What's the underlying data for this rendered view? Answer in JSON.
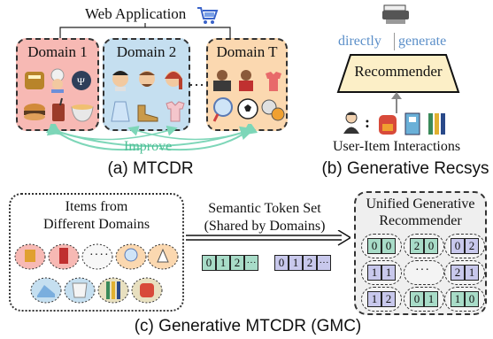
{
  "mtcdr": {
    "web_app_label": "Web Application",
    "domain1": "Domain 1",
    "domain2": "Domain 2",
    "domainT": "Domain T",
    "ellipsis": "···",
    "improve": "Improve",
    "caption": "(a) MTCDR",
    "colors": {
      "domain1_bg": "#f7b9b4",
      "domain2_bg": "#c5dff0",
      "domainT_bg": "#fbd8b0",
      "improve_arrow": "#7dd6b8"
    }
  },
  "recsys": {
    "directly": "directly",
    "generate": "generate",
    "recommender": "Recommender",
    "colon": ":",
    "interactions": "User-Item Interactions",
    "caption": "(b) Generative Recsys",
    "colors": {
      "recommender_bg": "#fcefc7",
      "text_blue": "#5b8fc9"
    }
  },
  "gmc": {
    "items_title_line1": "Items from",
    "items_title_line2": "Different Domains",
    "token_set_line1": "Semantic Token Set",
    "token_set_line2": "(Shared by Domains)",
    "token_seq_a": [
      "0",
      "1",
      "2",
      "···"
    ],
    "token_seq_b": [
      "0",
      "1",
      "2",
      "···"
    ],
    "unified_line1": "Unified Generative",
    "unified_line2": "Recommender",
    "pairs": [
      {
        "a": "0",
        "b": "0"
      },
      {
        "a": "2",
        "b": "0"
      },
      {
        "a": "0",
        "b": "2"
      },
      {
        "a": "1",
        "b": "1"
      },
      {
        "a": "2",
        "b": "1"
      },
      {
        "a": "1",
        "b": "2"
      },
      {
        "a": "0",
        "b": "1"
      },
      {
        "a": "1",
        "b": "0"
      }
    ],
    "center_dots": "···",
    "cloud_dots": "····",
    "caption": "(c) Generative MTCDR (GMC)",
    "colors": {
      "token_green": "#a8dcc8",
      "token_blue": "#c8c8ec",
      "unified_bg": "#efefef"
    }
  },
  "icons": [
    "cart-icon",
    "scanner-icon",
    "user-avatar-icon",
    "backpack-icon",
    "notebook-icon",
    "pencils-icon"
  ]
}
